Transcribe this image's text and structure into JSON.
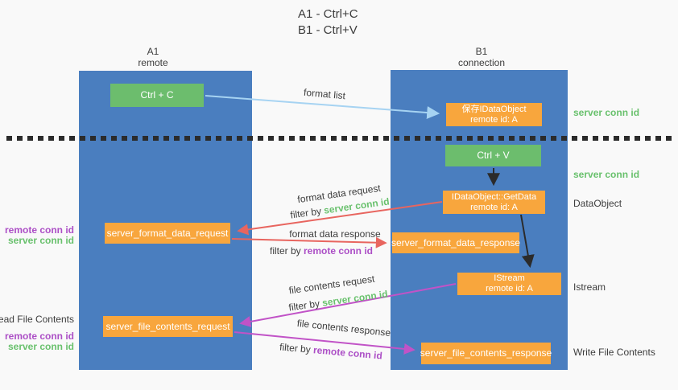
{
  "title": {
    "line1": "A1 - Ctrl+C",
    "line2": "B1 - Ctrl+V"
  },
  "lifelines": {
    "left": {
      "title": "A1",
      "subtitle": "remote"
    },
    "right": {
      "title": "B1",
      "subtitle": "connection"
    }
  },
  "nodes": {
    "ctrl_c": {
      "label": "Ctrl + C"
    },
    "ctrl_v": {
      "label": "Ctrl + V"
    },
    "save_dataobject": {
      "line1": "保存IDataObject",
      "line2": "remote id: A"
    },
    "getdata": {
      "line1": "IDataObject::GetData",
      "line2": "remote id: A"
    },
    "istream": {
      "line1": "IStream",
      "line2": "remote id: A"
    },
    "format_request": {
      "label": "server_format_data_request"
    },
    "format_response": {
      "label": "server_format_data_response"
    },
    "file_request": {
      "label": "server_file_contents_request"
    },
    "file_response": {
      "label": "server_file_contents_response"
    }
  },
  "flow_labels": {
    "format_list": "format list",
    "format_data_request": "format data request",
    "format_data_response": "format data response",
    "file_contents_request": "file contents request",
    "file_contents_response": "file contents response",
    "filter_by": "filter by ",
    "server_conn_id": "server conn id",
    "remote_conn_id": "remote conn id"
  },
  "side_labels": {
    "server_conn_id_top": "server conn id",
    "server_conn_id_mid": "server conn id",
    "dataobject": "DataObject",
    "istream": "Istream",
    "write_file_contents": "Write File Contents",
    "read_file_contents": "Read File Contents",
    "remote_conn_id": "remote conn id",
    "server_conn_id": "server conn id"
  },
  "colors": {
    "lifeline_blue": "#4a7ebf",
    "node_green": "#6cbd6d",
    "node_orange": "#f8a63d",
    "server_conn_green": "#69c16d",
    "remote_conn_purple": "#ac4fc6",
    "arrow_red": "#e8655f",
    "arrow_magenta": "#c153c7",
    "arrow_light_blue": "#a6d3f2",
    "arrow_black": "#2b2b2b"
  }
}
